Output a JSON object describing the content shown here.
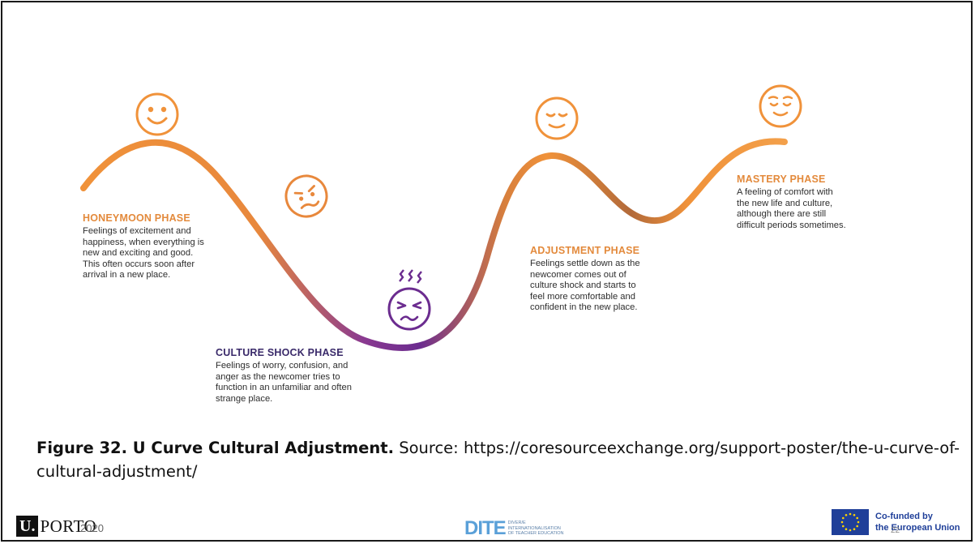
{
  "phases": [
    {
      "title": "HONEYMOON PHASE",
      "description": "Feelings of excitement and\nhappiness, when everything is\nnew and exciting and good.\nThis often occurs soon after\narrival in a new place."
    },
    {
      "title": "CULTURE SHOCK PHASE",
      "description": "Feelings of worry, confusion, and\nanger as the newcomer tries to\nfunction in an unfamiliar and often\nstrange place."
    },
    {
      "title": "ADJUSTMENT PHASE",
      "description": "Feelings settle down as the\nnewcomer comes out of\nculture shock and starts to\nfeel more comfortable and\nconfident in the new place."
    },
    {
      "title": "MASTERY PHASE",
      "description": "A feeling of comfort with\nthe new life and culture,\nalthough there are still\ndifficult periods sometimes."
    }
  ],
  "caption": {
    "lead": "Figure 32. U Curve Cultural Adjustment.",
    "rest": " Source: https://coresourceexchange.org/support-poster/the-u-curve-of-cultural-adjustment/"
  },
  "footer": {
    "uporto_u": "U.",
    "uporto_text": "PORTO",
    "year": "2020",
    "dite_mark": "DITE",
    "dite_sub": "DIVER/E\nINTERNATIONALISATION\nOF TEACHER EDUCATION",
    "eu_text": "Co-funded by\nthe European Union",
    "page_number": "22"
  },
  "colors": {
    "orange": "#f0923a",
    "phase_title_orange": "#e38a3c",
    "purple": "#6b2c8f",
    "culture_shock_title": "#3a2a6a",
    "curve_dark_brown": "#b26a3a",
    "eu_blue": "#1f3f99",
    "eu_star": "#ffd400"
  },
  "icons": [
    "happy-face-icon",
    "confused-face-icon",
    "stressed-face-icon",
    "content-face-icon",
    "relaxed-face-icon",
    "eu-flag-icon"
  ]
}
